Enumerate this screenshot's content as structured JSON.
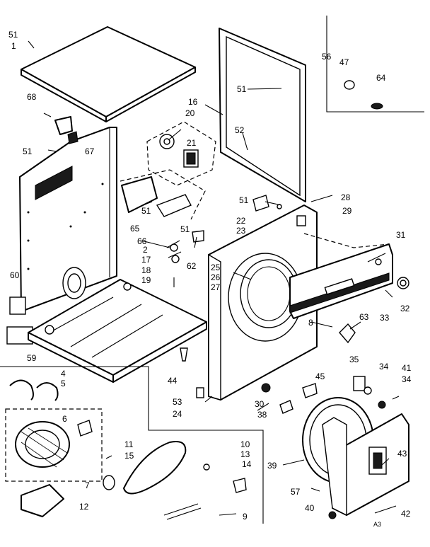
{
  "diagram": {
    "labels": [
      {
        "id": "l1",
        "text": "51"
      },
      {
        "id": "l2",
        "text": "1"
      },
      {
        "id": "l3",
        "text": "68"
      },
      {
        "id": "l4",
        "text": "51"
      },
      {
        "id": "l5",
        "text": "67"
      },
      {
        "id": "l6",
        "text": "60"
      },
      {
        "id": "l7",
        "text": "59"
      },
      {
        "id": "l8",
        "text": "4"
      },
      {
        "id": "l9",
        "text": "5"
      },
      {
        "id": "l10",
        "text": "6"
      },
      {
        "id": "l11",
        "text": "7"
      },
      {
        "id": "l12",
        "text": "12"
      },
      {
        "id": "l13",
        "text": "11"
      },
      {
        "id": "l14",
        "text": "15"
      },
      {
        "id": "l15",
        "text": "9"
      },
      {
        "id": "l16",
        "text": "10"
      },
      {
        "id": "l17",
        "text": "13"
      },
      {
        "id": "l18",
        "text": "14"
      },
      {
        "id": "l19",
        "text": "16"
      },
      {
        "id": "l20",
        "text": "20"
      },
      {
        "id": "l21",
        "text": "21"
      },
      {
        "id": "l22",
        "text": "51"
      },
      {
        "id": "l23",
        "text": "65"
      },
      {
        "id": "l24",
        "text": "66"
      },
      {
        "id": "l25",
        "text": "2"
      },
      {
        "id": "l26",
        "text": "17"
      },
      {
        "id": "l27",
        "text": "18"
      },
      {
        "id": "l28",
        "text": "19"
      },
      {
        "id": "l29",
        "text": "62"
      },
      {
        "id": "l30",
        "text": "51"
      },
      {
        "id": "l31",
        "text": "51"
      },
      {
        "id": "l32",
        "text": "52"
      },
      {
        "id": "l33",
        "text": "56"
      },
      {
        "id": "l34",
        "text": "47"
      },
      {
        "id": "l35",
        "text": "64"
      },
      {
        "id": "l36",
        "text": "51"
      },
      {
        "id": "l37",
        "text": "22"
      },
      {
        "id": "l38",
        "text": "23"
      },
      {
        "id": "l39",
        "text": "28"
      },
      {
        "id": "l40",
        "text": "29"
      },
      {
        "id": "l41",
        "text": "31"
      },
      {
        "id": "l42",
        "text": "25"
      },
      {
        "id": "l43",
        "text": "26"
      },
      {
        "id": "l44",
        "text": "27"
      },
      {
        "id": "l45",
        "text": "32"
      },
      {
        "id": "l46",
        "text": "33"
      },
      {
        "id": "l47",
        "text": "8"
      },
      {
        "id": "l48",
        "text": "63"
      },
      {
        "id": "l49",
        "text": "44"
      },
      {
        "id": "l50",
        "text": "53"
      },
      {
        "id": "l51",
        "text": "24"
      },
      {
        "id": "l52",
        "text": "30"
      },
      {
        "id": "l53",
        "text": "38"
      },
      {
        "id": "l54",
        "text": "45"
      },
      {
        "id": "l55",
        "text": "35"
      },
      {
        "id": "l56",
        "text": "34"
      },
      {
        "id": "l57",
        "text": "41"
      },
      {
        "id": "l58",
        "text": "34"
      },
      {
        "id": "l59",
        "text": "39"
      },
      {
        "id": "l60",
        "text": "43"
      },
      {
        "id": "l61",
        "text": "57"
      },
      {
        "id": "l62",
        "text": "40"
      },
      {
        "id": "l63",
        "text": "42"
      },
      {
        "id": "l64",
        "text": "A3"
      }
    ]
  }
}
